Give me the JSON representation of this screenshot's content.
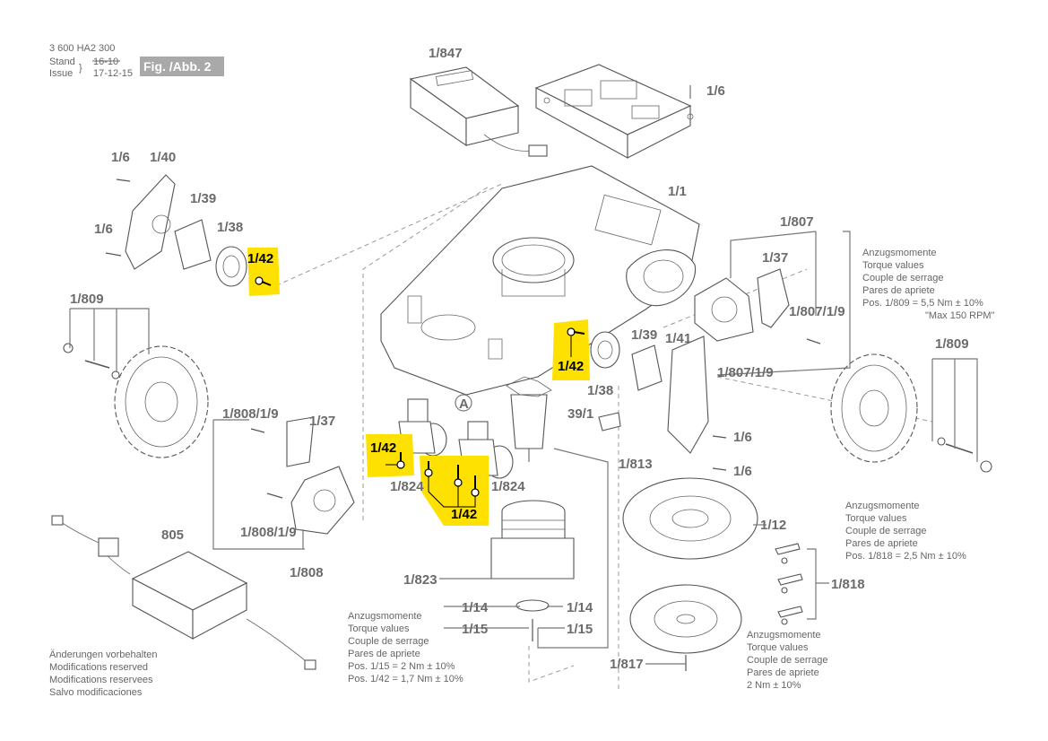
{
  "header": {
    "doc_number": "3 600 HA2 300",
    "stand_label": "Stand",
    "issue_label": "Issue",
    "old_date": "16-10",
    "new_date": "17-12-15",
    "figure_label": "Fig. /Abb. 2"
  },
  "part_labels": {
    "p1_847": "1/847",
    "p1_6_top": "1/6",
    "p1_6_a": "1/6",
    "p1_40": "1/40",
    "p1_39_left": "1/39",
    "p1_6_b": "1/6",
    "p1_38_left": "1/38",
    "p1_1": "1/1",
    "p1_807": "1/807",
    "p1_37_right": "1/37",
    "p1_807_9_a": "1/807/1/9",
    "p1_807_9_b": "1/807/1/9",
    "p1_809_left": "1/809",
    "p1_809_right": "1/809",
    "p1_39_mid": "1/39",
    "p1_41": "1/41",
    "p1_38_mid": "1/38",
    "p39_1": "39/1",
    "p1_6_c": "1/6",
    "p1_6_d": "1/6",
    "pA": "A",
    "p1_808_9_a": "1/808/1/9",
    "p1_37_left": "1/37",
    "p1_808_9_b": "1/808/1/9",
    "p1_808": "1/808",
    "p805": "805",
    "p1_824_a": "1/824",
    "p1_824_b": "1/824",
    "p1_813": "1/813",
    "p1_823": "1/823",
    "p1_14_a": "1/14",
    "p1_14_b": "1/14",
    "p1_15_a": "1/15",
    "p1_15_b": "1/15",
    "p1_12": "1/12",
    "p1_818": "1/818",
    "p1_817": "1/817"
  },
  "highlight_labels": {
    "h1": "1/42",
    "h2": "1/42",
    "h3": "1/42",
    "h4": "1/42"
  },
  "torque_notes": {
    "right_top": [
      "Anzugsmomente",
      "Torque values",
      "Couple de serrage",
      "Pares de apriete",
      "Pos. 1/809 = 5,5 Nm  ± 10%",
      "\"Max 150 RPM\""
    ],
    "right_mid": [
      "Anzugsmomente",
      "Torque values",
      "Couple de serrage",
      "Pares de apriete",
      "Pos. 1/818 = 2,5 Nm  ± 10%"
    ],
    "center_bottom": [
      "Anzugsmomente",
      "Torque values",
      "Couple de serrage",
      "Pares de apriete",
      "Pos. 1/15 = 2 Nm  ± 10%",
      "Pos. 1/42 = 1,7 Nm  ± 10%"
    ],
    "right_bottom": [
      "Anzugsmomente",
      "Torque values",
      "Couple de serrage",
      "Pares de apriete",
      "2 Nm  ± 10%"
    ]
  },
  "modifications_note": [
    "Änderungen vorbehalten",
    "Modifications reserved",
    "Modifications reservees",
    "Salvo modificaciones"
  ],
  "colors": {
    "highlight": "#ffe100",
    "figure_tag": "#a9a9a9",
    "line": "#777777"
  }
}
